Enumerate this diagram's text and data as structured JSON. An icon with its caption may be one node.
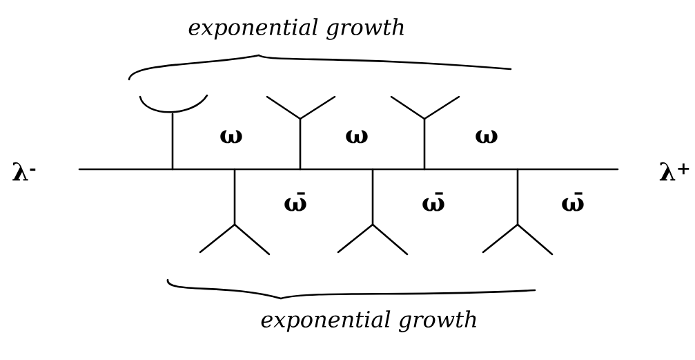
{
  "diagram": {
    "labels": [
      "exponential growth",
      "ω",
      "ω",
      "ω",
      "λ$^{-}$",
      "λ$^{+}$",
      "ω̄",
      "ω̄",
      "ω̄",
      "exponential growth"
    ]
  }
}
